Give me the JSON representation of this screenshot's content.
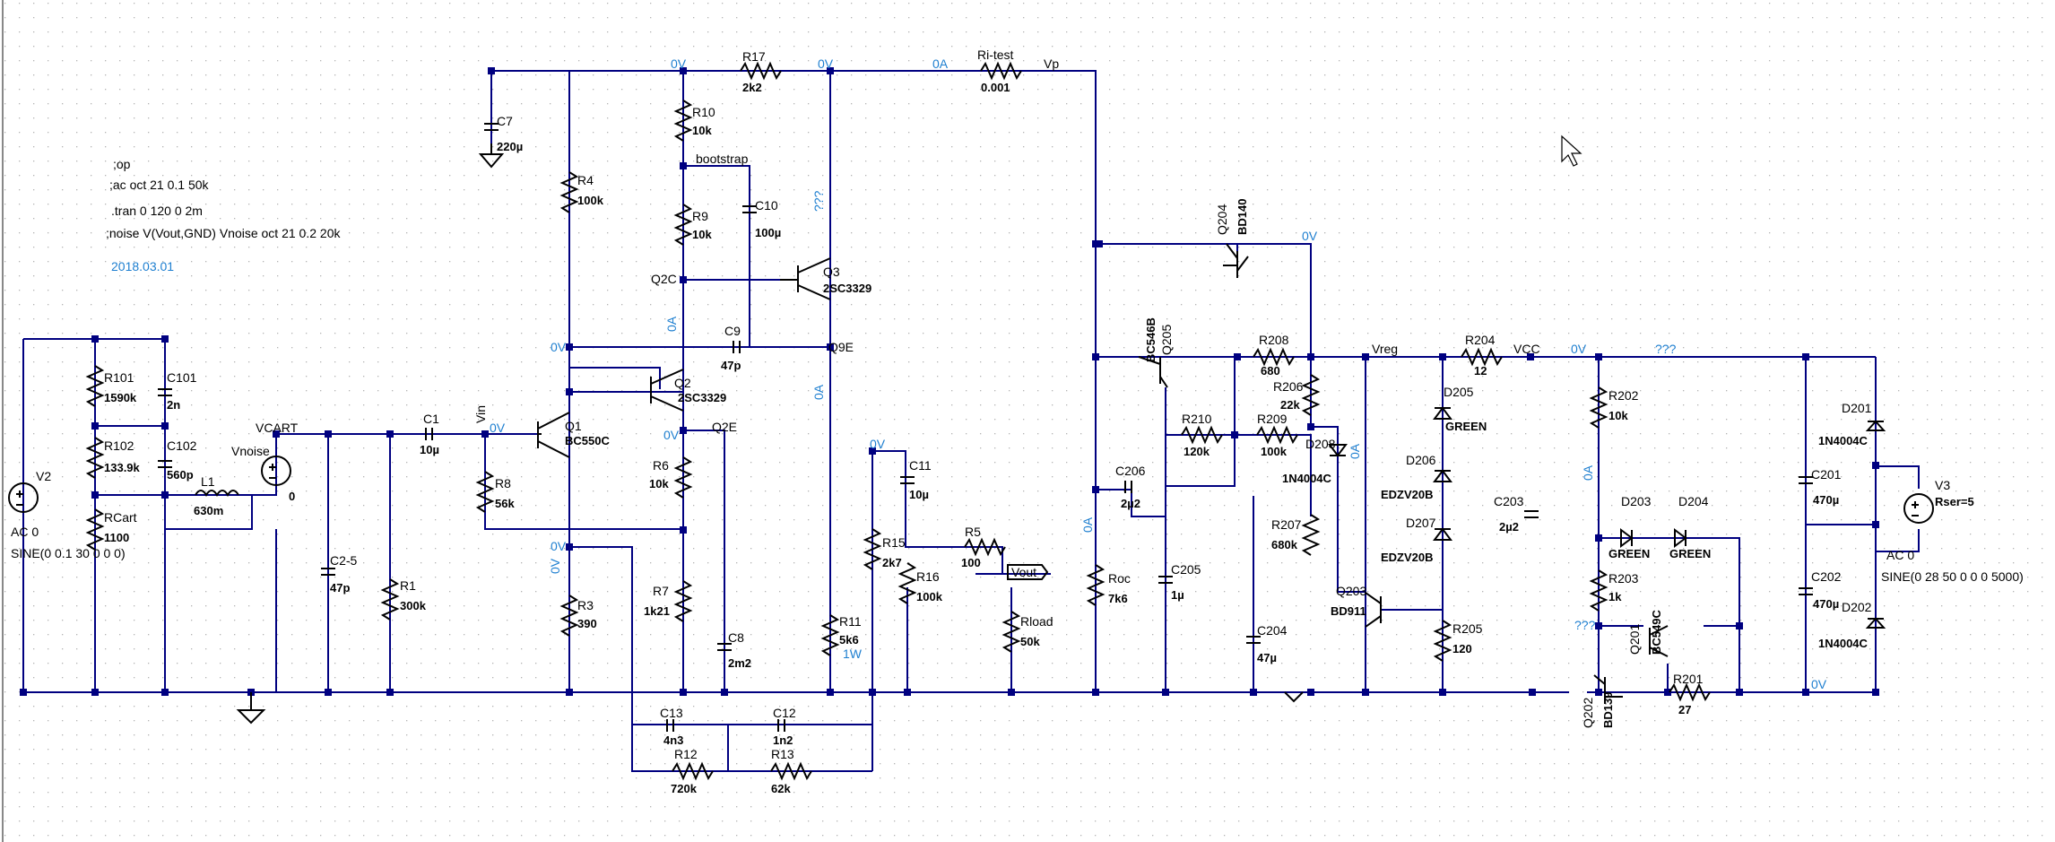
{
  "colors": {
    "wire": "#000080",
    "component": "#000000",
    "annotation": "#1e7fd0",
    "grid": "#b4b4b4",
    "background": "#ffffff"
  },
  "directives": {
    "op": ";op",
    "ac": ";ac oct 21 0.1 50k",
    "tran": ".tran 0 120 0 2m",
    "noise": ";noise V(Vout,GND) Vnoise oct 21 0.2 20k",
    "date": "2018.03.01"
  },
  "nets": {
    "vcart": "VCART",
    "vin": "Vin",
    "bootstrap": "bootstrap",
    "q2c": "Q2C",
    "q9e": "Q9E",
    "q2e": "Q2E",
    "vp": "Vp",
    "vout": "Vout",
    "vreg": "Vreg",
    "vcc": "VCC"
  },
  "annotations": {
    "zero_v": "0V",
    "zero_a": "0A",
    "unknown": "???",
    "one_w": "1W"
  },
  "components": {
    "V2": {
      "name": "V2",
      "line1": "AC 0",
      "line2": "SINE(0 0.1 30 0 0 0)"
    },
    "R101": {
      "name": "R101",
      "value": "1590k"
    },
    "C101": {
      "name": "C101",
      "value": "2n"
    },
    "R102": {
      "name": "R102",
      "value": "133.9k"
    },
    "C102": {
      "name": "C102",
      "value": "560p"
    },
    "RCart": {
      "name": "RCart",
      "value": "1100"
    },
    "L1": {
      "name": "L1",
      "value": "630m"
    },
    "Vnoise": {
      "name": "Vnoise",
      "value": "0"
    },
    "C25": {
      "name": "C2-5",
      "value": "47p"
    },
    "R1": {
      "name": "R1",
      "value": "300k"
    },
    "C1": {
      "name": "C1",
      "value": "10µ"
    },
    "R8": {
      "name": "R8",
      "value": "56k"
    },
    "Q1": {
      "name": "Q1",
      "value": "BC550C"
    },
    "R4": {
      "name": "R4",
      "value": "100k"
    },
    "R3": {
      "name": "R3",
      "value": "390"
    },
    "C7": {
      "name": "C7",
      "value": "220µ"
    },
    "R10": {
      "name": "R10",
      "value": "10k"
    },
    "R9": {
      "name": "R9",
      "value": "10k"
    },
    "C10": {
      "name": "C10",
      "value": "100µ"
    },
    "R17": {
      "name": "R17",
      "value": "2k2"
    },
    "Q2": {
      "name": "Q2",
      "value": "2SC3329"
    },
    "Q3": {
      "name": "Q3",
      "value": "2SC3329"
    },
    "C9": {
      "name": "C9",
      "value": "47p"
    },
    "R6": {
      "name": "R6",
      "value": "10k"
    },
    "R7": {
      "name": "R7",
      "value": "1k21"
    },
    "C8": {
      "name": "C8",
      "value": "2m2"
    },
    "R11": {
      "name": "R11",
      "value": "5k6"
    },
    "C13": {
      "name": "C13",
      "value": "4n3"
    },
    "C12": {
      "name": "C12",
      "value": "1n2"
    },
    "R12": {
      "name": "R12",
      "value": "720k"
    },
    "R13": {
      "name": "R13",
      "value": "62k"
    },
    "R15": {
      "name": "R15",
      "value": "2k7"
    },
    "R16": {
      "name": "R16",
      "value": "100k"
    },
    "C11": {
      "name": "C11",
      "value": "10µ"
    },
    "R5": {
      "name": "R5",
      "value": "100"
    },
    "Rload": {
      "name": "Rload",
      "value": "50k"
    },
    "Ritest": {
      "name": "Ri-test",
      "value": "0.001"
    },
    "Roc": {
      "name": "Roc",
      "value": "7k6"
    },
    "Q205": {
      "name": "Q205",
      "value": "BC546B"
    },
    "Q204": {
      "name": "Q204",
      "value": "BD140"
    },
    "R208": {
      "name": "R208",
      "value": "680"
    },
    "R206": {
      "name": "R206",
      "value": "22k"
    },
    "R210": {
      "name": "R210",
      "value": "120k"
    },
    "R209": {
      "name": "R209",
      "value": "100k"
    },
    "D208": {
      "name": "D208",
      "value": "1N4004C"
    },
    "C206": {
      "name": "C206",
      "value": "2µ2"
    },
    "C205": {
      "name": "C205",
      "value": "1µ"
    },
    "R207": {
      "name": "R207",
      "value": "680k"
    },
    "C204": {
      "name": "C204",
      "value": "47µ"
    },
    "Q203": {
      "name": "Q203",
      "value": "BD911"
    },
    "R204": {
      "name": "R204",
      "value": "12"
    },
    "D205": {
      "name": "D205",
      "value": "GREEN"
    },
    "D206": {
      "name": "D206",
      "value": "EDZV20B"
    },
    "D207": {
      "name": "D207",
      "value": "EDZV20B"
    },
    "R205": {
      "name": "R205",
      "value": "120"
    },
    "C203": {
      "name": "C203",
      "value": "2µ2"
    },
    "R202": {
      "name": "R202",
      "value": "10k"
    },
    "D203": {
      "name": "D203",
      "value": "GREEN"
    },
    "D204": {
      "name": "D204",
      "value": "GREEN"
    },
    "R203": {
      "name": "R203",
      "value": "1k"
    },
    "Q201": {
      "name": "Q201",
      "value": "BC549C"
    },
    "Q202": {
      "name": "Q202",
      "value": "BD139"
    },
    "R201": {
      "name": "R201",
      "value": "27"
    },
    "C201": {
      "name": "C201",
      "value": "470µ"
    },
    "C202": {
      "name": "C202",
      "value": "470µ"
    },
    "D201": {
      "name": "D201",
      "value": "1N4004C"
    },
    "D202": {
      "name": "D202",
      "value": "1N4004C"
    },
    "V3": {
      "name": "V3",
      "value": "Rser=5",
      "line1": "AC 0",
      "line2": "SINE(0 28 50 0 0 0 5000)"
    }
  }
}
